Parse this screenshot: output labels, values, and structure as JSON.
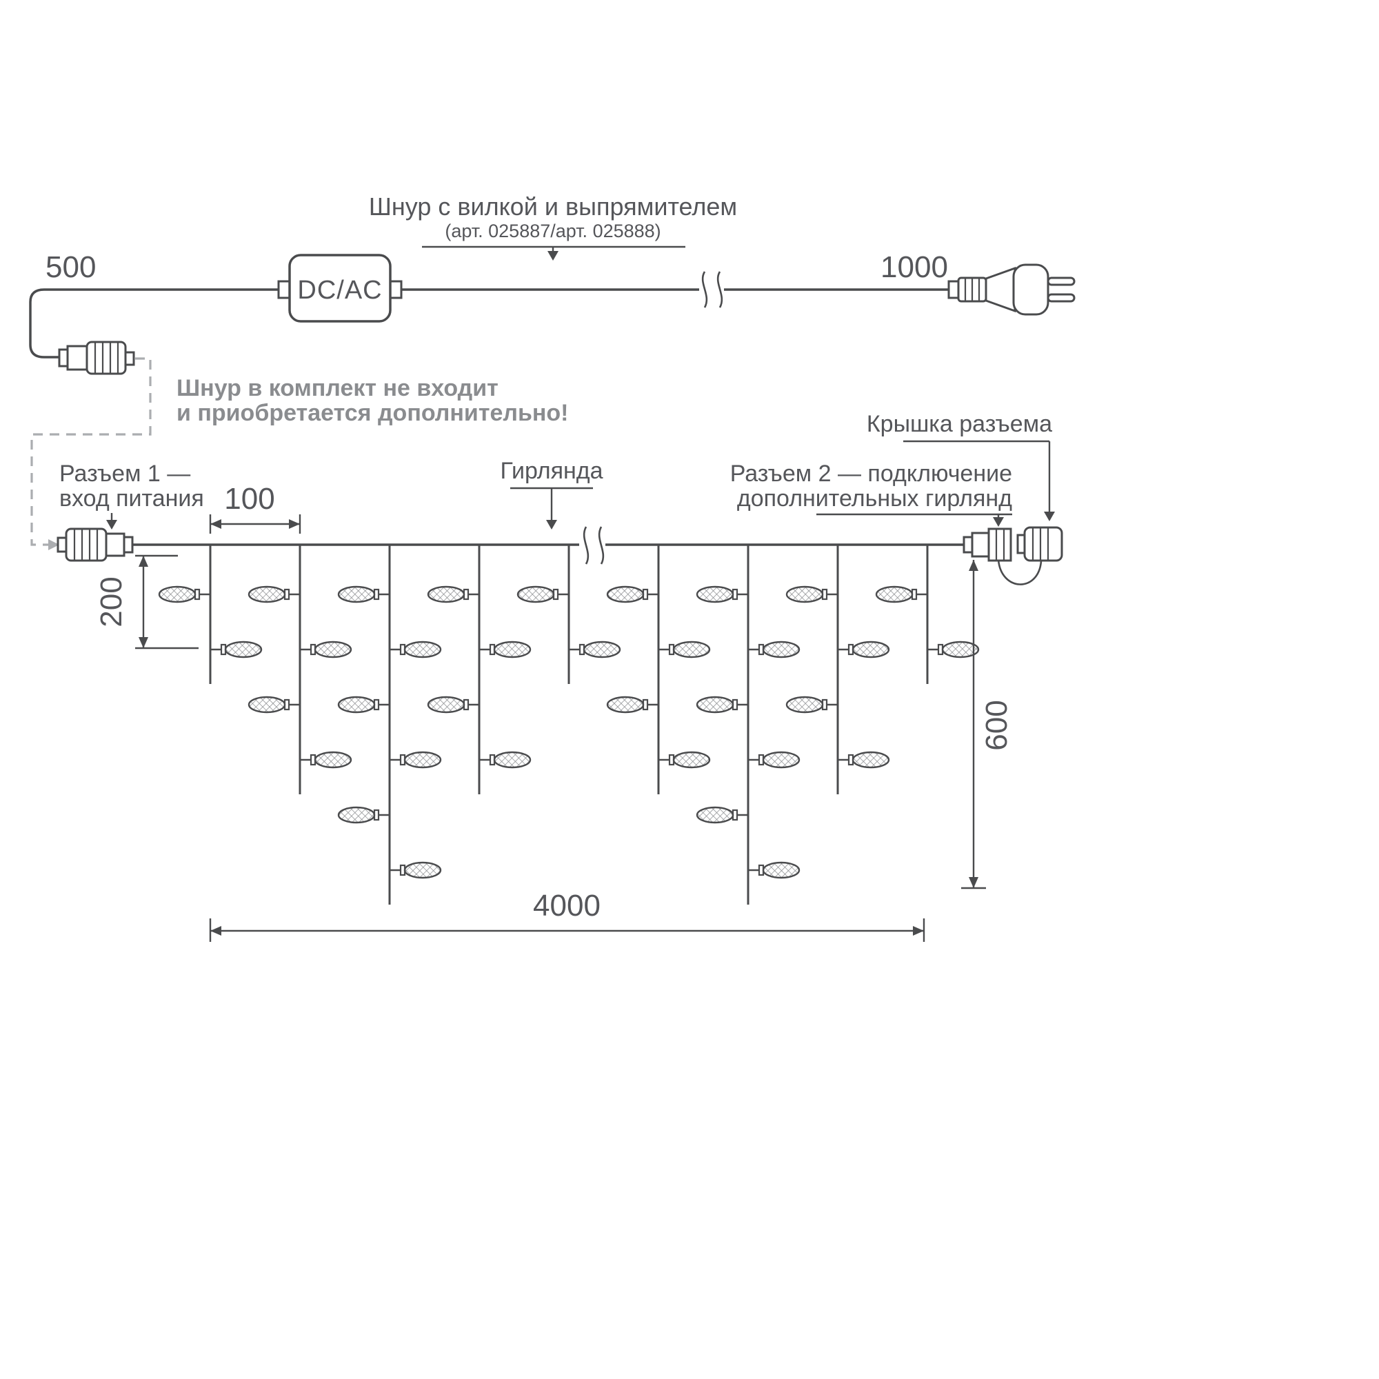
{
  "colors": {
    "line": "#4a4b4d",
    "text": "#55565a",
    "muted_note": "#8a8c8f",
    "dashed": "#abadb0",
    "background": "#ffffff"
  },
  "power_cord": {
    "title": "Шнур с вилкой и выпрямителем",
    "subtitle": "(арт. 025887/арт. 025888)",
    "box_label": "DC/AC",
    "dim_left": "500",
    "dim_right": "1000"
  },
  "note": {
    "line1": "Шнур в комплект не входит",
    "line2": "и приобретается дополнительно!"
  },
  "garland": {
    "label": "Гирлянда",
    "connector1_line1": "Разъем 1 —",
    "connector1_line2": "вход питания",
    "connector2_line1": "Разъем 2 — подключение",
    "connector2_line2": "дополнительных гирлянд",
    "cap_label": "Крышка разъема",
    "dims": {
      "spacing": "100",
      "short_drop": "200",
      "long_drop": "600",
      "total": "4000"
    },
    "drops": [
      {
        "bulbs": 2
      },
      {
        "bulbs": 4
      },
      {
        "bulbs": 6
      },
      {
        "bulbs": 4
      },
      {
        "bulbs": 2
      },
      {
        "bulbs": 4
      },
      {
        "bulbs": 6
      },
      {
        "bulbs": 4
      },
      {
        "bulbs": 2
      }
    ]
  }
}
